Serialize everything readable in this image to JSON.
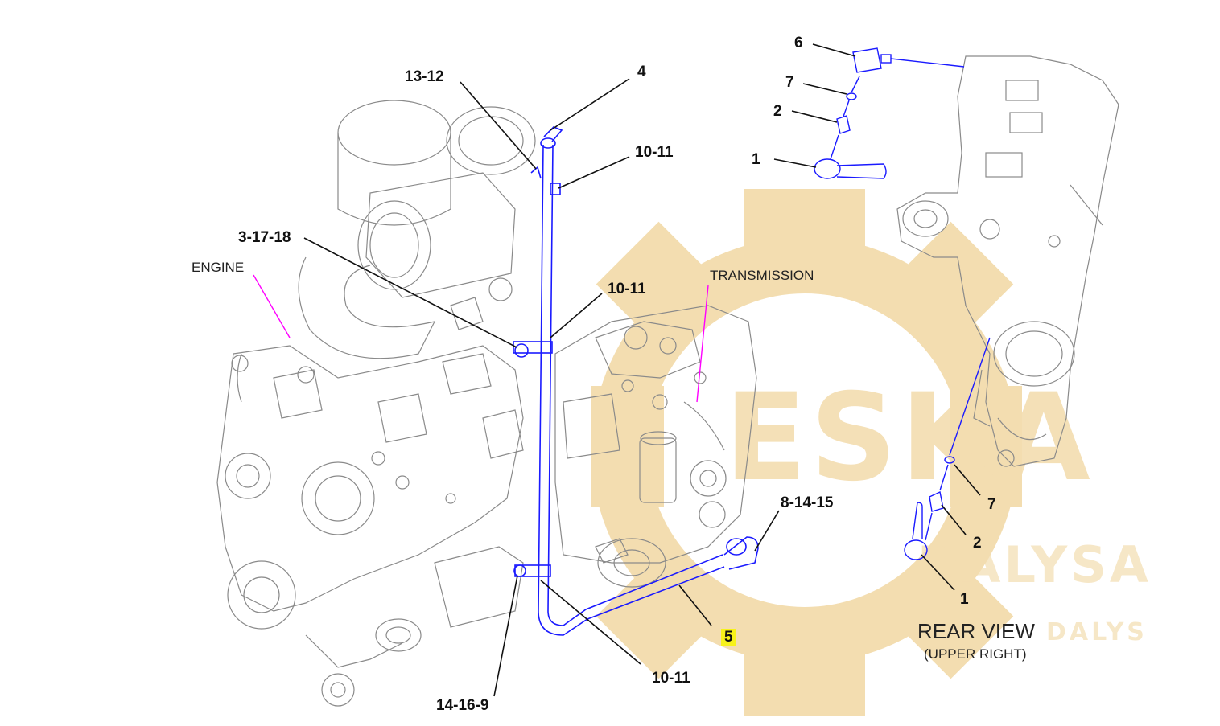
{
  "watermark": {
    "big": "ESKA",
    "medium": "DALYSA",
    "small": "DALYS"
  },
  "labels": {
    "engine": "ENGINE",
    "transmission": "TRANSMISSION",
    "rear_view_title": "REAR VIEW",
    "rear_view_sub": "(UPPER RIGHT)"
  },
  "callouts": {
    "c13_12": "13-12",
    "c4": "4",
    "c10_11_top": "10-11",
    "c3_17_18": "3-17-18",
    "c10_11_mid": "10-11",
    "c8_14_15": "8-14-15",
    "c5": "5",
    "c10_11_bottom": "10-11",
    "c14_16_9": "14-16-9",
    "r6": "6",
    "r7_top": "7",
    "r2_top": "2",
    "r1_top": "1",
    "r7_bottom": "7",
    "r2_bottom": "2",
    "r1_bottom": "1"
  },
  "colors": {
    "line_art": "#8a8a8a",
    "tube_highlight": "#1a1aff",
    "leader": "#111111",
    "engine_leader": "#ff00ff",
    "watermark": "#f3ddb0",
    "callout_highlight": "#f7f21a"
  }
}
